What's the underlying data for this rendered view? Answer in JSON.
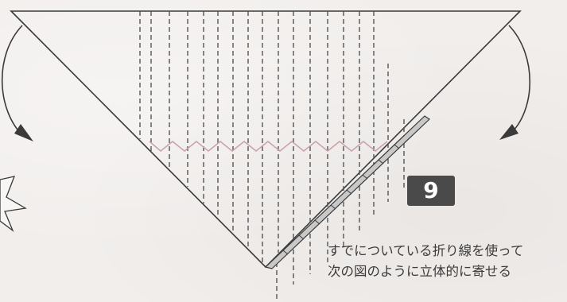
{
  "step": {
    "number": "9"
  },
  "instruction": {
    "line1": "すでについている折り線を使って",
    "line2": "次の図のように立体的に寄せる"
  },
  "colors": {
    "background": "#f1eeec",
    "outline": "#3a3a3a",
    "zigzag": "#c9a0b0",
    "badge": "#4a4a4a",
    "text": "#3c3c3c"
  },
  "icons": {
    "left_arrow": "curved-arrow-down-icon",
    "right_arrow": "curved-arrow-down-icon",
    "burst": "starburst-icon"
  }
}
